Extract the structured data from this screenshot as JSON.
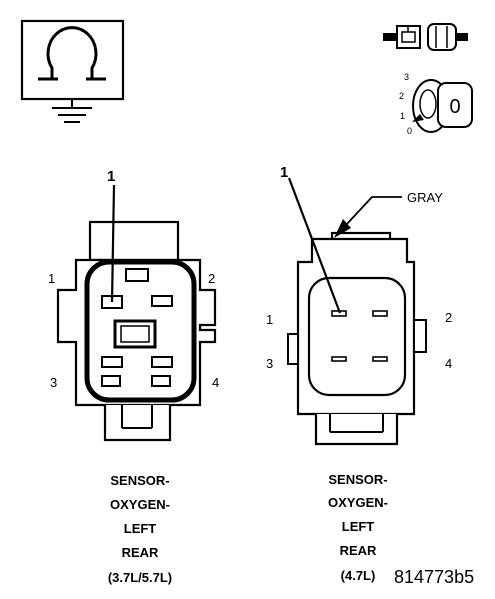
{
  "symbols": {
    "ohmmeter": "ohm-ground-icon",
    "disconnect": "disconnect-connector-icon",
    "ignition": "ignition-key-off-icon",
    "ignition_key_label": "0",
    "ignition_positions": [
      "3",
      "2",
      "1",
      "0"
    ]
  },
  "left_connector": {
    "callout": "1",
    "pins": [
      "1",
      "2",
      "3",
      "4"
    ],
    "caption": [
      "SENSOR-",
      "OXYGEN-",
      "LEFT",
      "REAR",
      "(3.7L/5.7L)"
    ]
  },
  "right_connector": {
    "callout": "1",
    "color_label": "GRAY",
    "pins": [
      "1",
      "2",
      "3",
      "4"
    ],
    "caption": [
      "SENSOR-",
      "OXYGEN-",
      "LEFT",
      "REAR",
      "(4.7L)"
    ]
  },
  "figure_id": "814773b5"
}
